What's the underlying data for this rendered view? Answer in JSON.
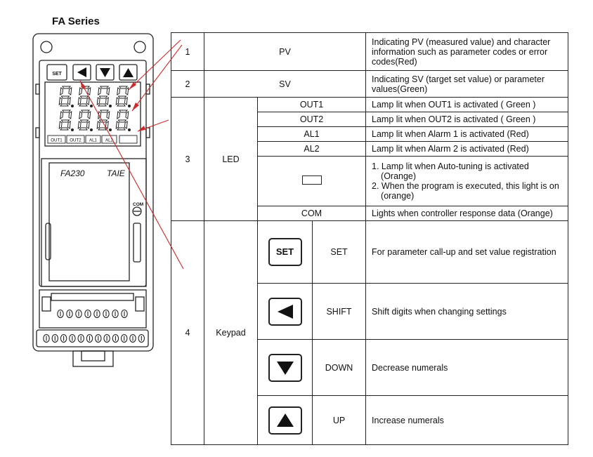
{
  "title": "FA Series",
  "device": {
    "keys": [
      "SET"
    ],
    "led_labels": [
      "OUT1",
      "OUT2",
      "AL1",
      "AL2"
    ],
    "model": "FA230",
    "brand": "TAIE",
    "com_label": "COM"
  },
  "rows": [
    {
      "num": "1",
      "name": "PV",
      "desc": "Indicating PV (measured value) and character information such as parameter codes or error codes(Red)"
    },
    {
      "num": "2",
      "name": "SV",
      "desc": "Indicating SV (target set value) or parameter values(Green)"
    }
  ],
  "led": {
    "num": "3",
    "group": "LED",
    "items": [
      {
        "name": "OUT1",
        "desc": "Lamp lit when OUT1 is activated ( Green )"
      },
      {
        "name": "OUT2",
        "desc": "Lamp lit when OUT2 is activated ( Green )"
      },
      {
        "name": "AL1",
        "desc": "Lamp lit when Alarm 1 is activated (Red)"
      },
      {
        "name": "AL2",
        "desc": "Lamp lit when Alarm 2 is activated (Red)"
      }
    ],
    "tune": {
      "desc1": "1. Lamp lit when Auto-tuning is activated (Orange)",
      "desc2": "2. When the program is executed, this light is on (orange)"
    },
    "com": {
      "name": "COM",
      "desc": "Lights when controller response data (Orange)"
    }
  },
  "keypad": {
    "num": "4",
    "group": "Keypad",
    "keys": [
      {
        "icon": "set-key-icon",
        "key_text": "SET",
        "name": "SET",
        "desc": "For parameter call-up and set value registration"
      },
      {
        "icon": "left-arrow-key-icon",
        "name": "SHIFT",
        "desc": "Shift digits when changing settings"
      },
      {
        "icon": "down-arrow-key-icon",
        "name": "DOWN",
        "desc": "Decrease numerals"
      },
      {
        "icon": "up-arrow-key-icon",
        "name": "UP",
        "desc": "Increase numerals"
      }
    ]
  },
  "colors": {
    "line": "#222222",
    "arrow": "#cc2b2b"
  }
}
